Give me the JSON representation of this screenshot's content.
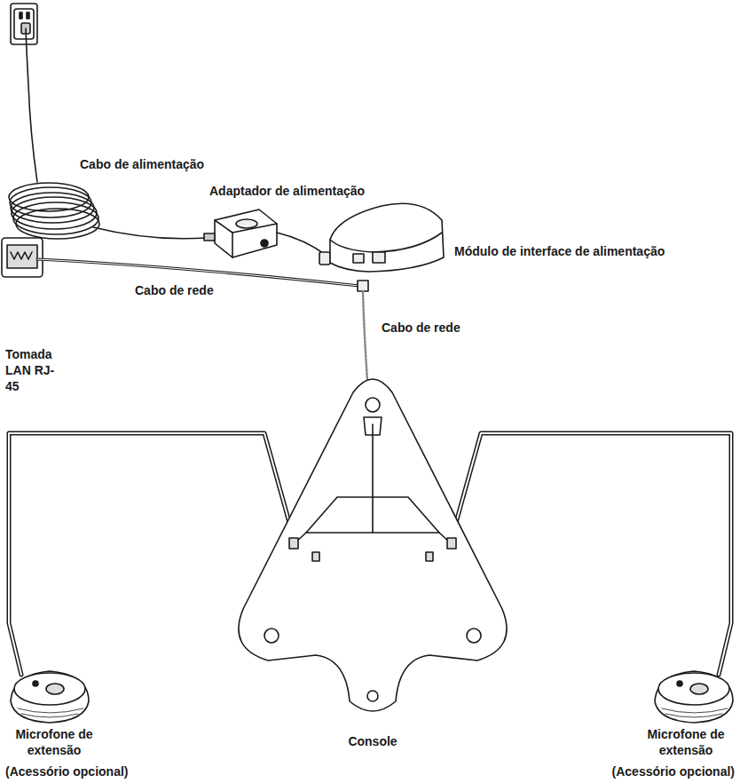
{
  "diagram": {
    "labels": [
      "Cabo de alimentação",
      "Adaptador de alimentação",
      "Módulo de interface de alimentação",
      "Cabo de rede",
      "Tomada LAN RJ-45",
      "Cabo de rede",
      "Microfone de extensão",
      "(Acessório opcional)",
      "Console",
      "Microfone de extensão",
      "(Acessório opcional)"
    ]
  }
}
